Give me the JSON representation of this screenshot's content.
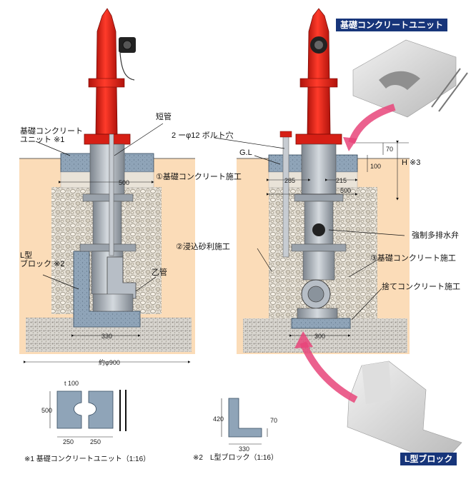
{
  "labels": {
    "unit_left": "基礎コンクリート\nユニット ※1",
    "short_pipe": "短管",
    "l_block": "L型\nブロック ※2",
    "otsu_pipe": "乙管",
    "bolt_holes": "2 ーφ12 ボルト穴",
    "gl": "G.L",
    "step1": "①基礎コンクリート施工",
    "step2": "②浸込砂利施工",
    "step3": "③基礎コンクリート施工",
    "drain_valve": "強制多排水弁",
    "leveling": "捨てコンクリート施工",
    "h3": "H ※3"
  },
  "dims": {
    "left_500": "500",
    "left_330": "330",
    "left_900": "約φ900",
    "right_285": "285",
    "right_215": "215",
    "right_500": "500",
    "right_300": "300",
    "right_100": "100",
    "right_70": "70"
  },
  "details": {
    "unit_t": "t 100",
    "unit_500": "500",
    "unit_250a": "250",
    "unit_250b": "250",
    "unit_caption": "※1 基礎コンクリートユニット（1:16）",
    "block_420": "420",
    "block_70": "70",
    "block_330": "330",
    "block_caption": "※2　L型ブロック（1:16）"
  },
  "photos": {
    "unit_title": "基礎コンクリートユニット",
    "block_title": "L型ブロック"
  },
  "colors": {
    "hydrant_red": "#e8261b",
    "hydrant_dark_red": "#b0130c",
    "soil": "#fbdcb8",
    "concrete": "#8fa4b8",
    "gravel": "#d8d2c6",
    "metal": "#a9b0b8",
    "accent_arrow": "#e8457a",
    "badge_blue": "#17357a"
  }
}
